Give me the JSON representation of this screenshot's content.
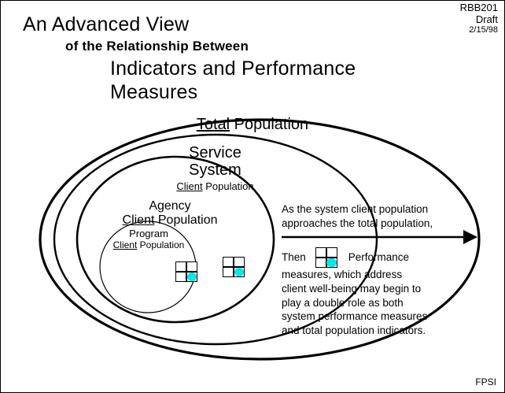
{
  "document": {
    "id": "RBB201",
    "status": "Draft",
    "date": "2/15/98",
    "footer": "FPSI"
  },
  "title": {
    "line1": "An Advanced View",
    "line2": "of the Relationship Between",
    "line3": "Indicators and Performance",
    "line4": "Measures"
  },
  "diagram": {
    "type": "nested-ellipses",
    "ellipses": [
      {
        "name": "total-population",
        "label_underlined": "Total",
        "label_rest": " Population"
      },
      {
        "name": "service-system",
        "label_line1": "Service",
        "label_line2": "System",
        "sub_underlined": "Client",
        "sub_rest": " Population"
      },
      {
        "name": "agency-client-population",
        "label_line1": "Agency",
        "sub_underlined": "Client",
        "sub_rest": " Population"
      },
      {
        "name": "program-client-population",
        "label_line1": "Program",
        "sub_underlined": "Client",
        "sub_rest": " Population"
      }
    ],
    "icon_name": "performance-measure-grid-icon",
    "accent_color": "#00e8e8"
  },
  "annotation": {
    "top_line1": "As the system client population",
    "top_line2": "approaches the total population,",
    "then_label": "Then",
    "then_after_icon": "Performance",
    "body_line2": "measures, which address",
    "body_line3": "client well-being may begin to",
    "body_line4": "play a double role as both",
    "body_line5": "system performance measures",
    "body_line6": "and total population indicators."
  }
}
